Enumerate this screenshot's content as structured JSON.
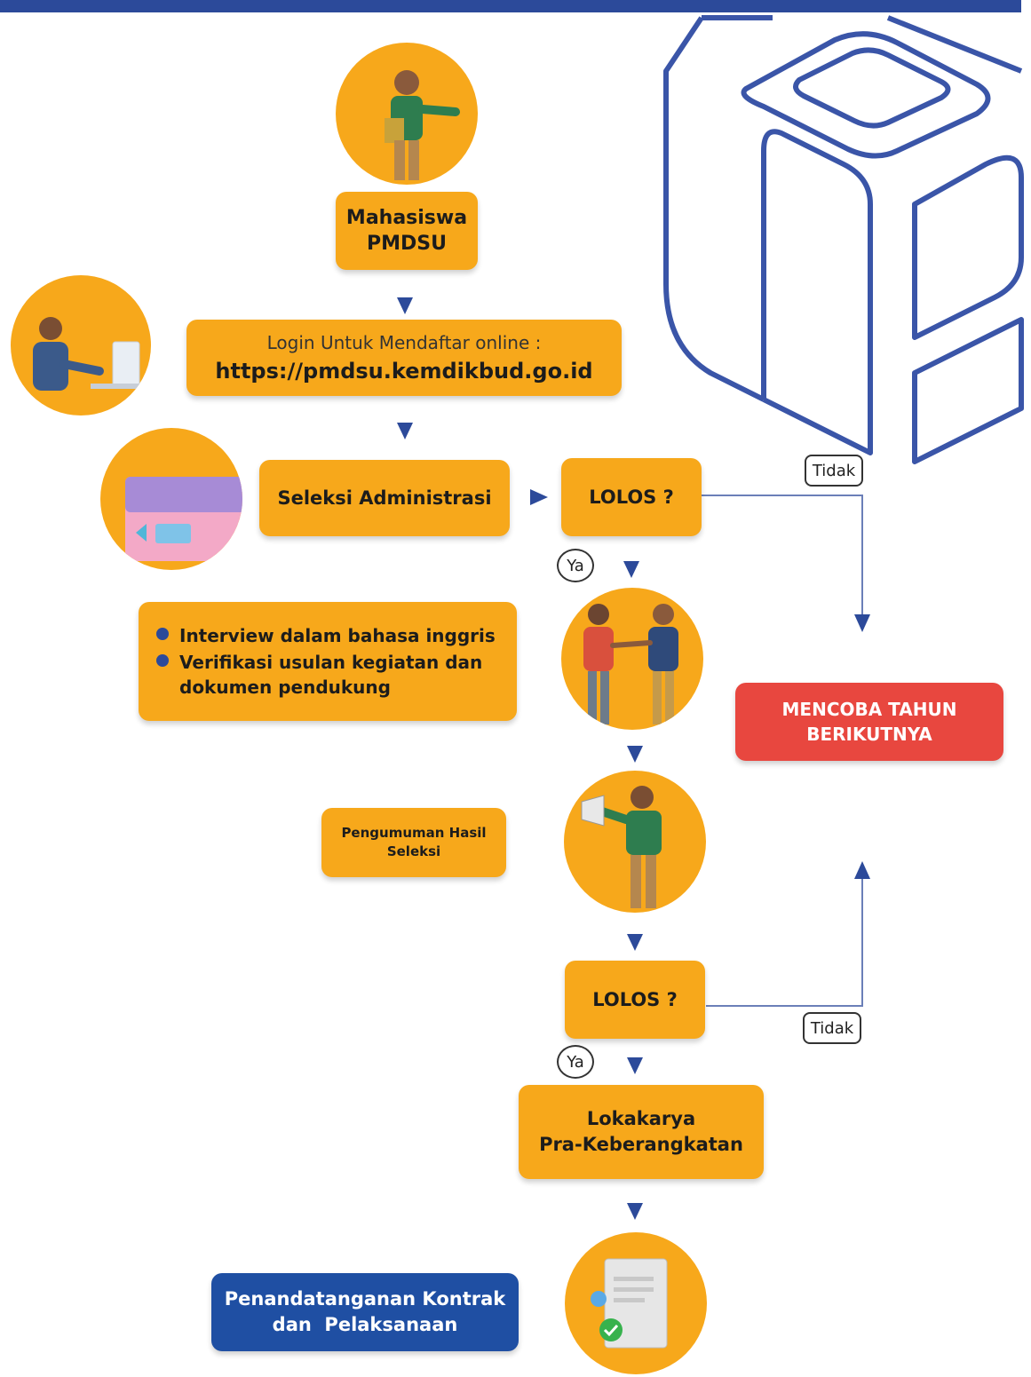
{
  "diagram": {
    "nodes": {
      "mahasiswa": {
        "lines": [
          "Mahasiswa",
          "PMDSU"
        ]
      },
      "login": {
        "caption": "Login Untuk Mendaftar online :",
        "url": "https://pmdsu.kemdikbud.go.id"
      },
      "seleksi_admin": {
        "label": "Seleksi Administrasi"
      },
      "lolos_1": {
        "label": "LOLOS ?"
      },
      "interview": {
        "items": [
          "Interview dalam bahasa inggris",
          "Verifikasi usulan kegiatan dan dokumen pendukung"
        ]
      },
      "mencoba": {
        "lines": [
          "MENCOBA TAHUN",
          "BERIKUTNYA"
        ]
      },
      "pengumuman": {
        "lines": [
          "Pengumuman Hasil",
          "Seleksi"
        ]
      },
      "lolos_2": {
        "label": "LOLOS ?"
      },
      "lokakarya": {
        "lines": [
          "Lokakarya",
          "Pra-Keberangkatan"
        ]
      },
      "kontrak": {
        "lines": [
          "Penandatanganan Kontrak",
          "dan  Pelaksanaan"
        ]
      }
    },
    "edge_labels": {
      "tidak_1": "Tidak",
      "ya_1": "Ya",
      "tidak_2": "Tidak",
      "ya_2": "Ya"
    },
    "colors": {
      "accent": "#f7a81b",
      "arrow": "#2c4a9a",
      "reject": "#e8473f",
      "final": "#1f4fa3",
      "decor_line": "#3a55a8"
    }
  }
}
